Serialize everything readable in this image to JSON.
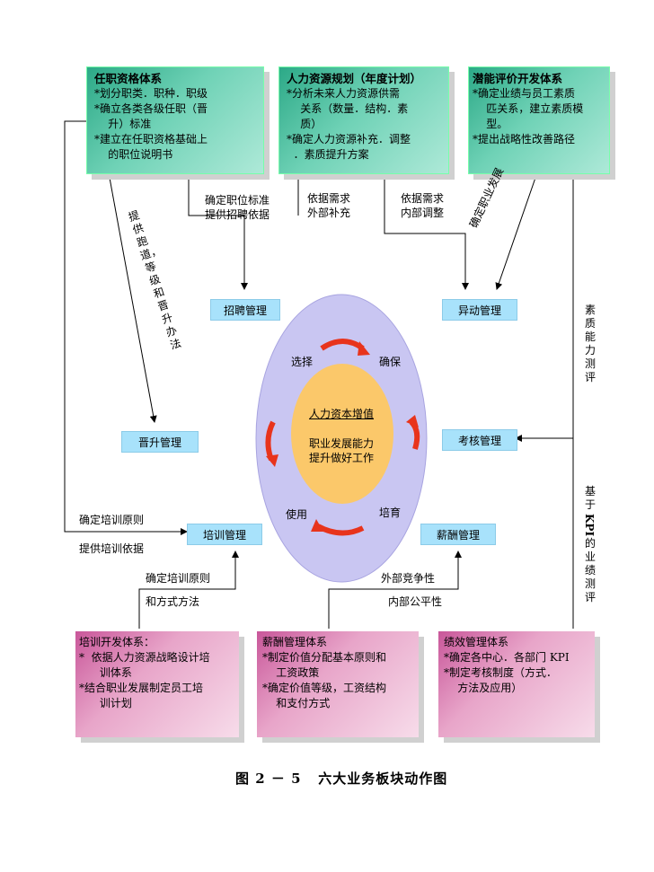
{
  "boxes": {
    "qualification": {
      "title": "任职资格体系",
      "lines": [
        "*划分职类．职种．职级",
        "*确立各类各级任职（晋",
        "    升）标准",
        "*建立在任职资格基础上",
        "    的职位说明书"
      ]
    },
    "planning": {
      "title": "人力资源规划（年度计划）",
      "lines": [
        "*分析未来人力资源供需",
        "    关系（数量．结构．素",
        "    质）",
        "*确定人力资源补充．调整",
        "  ．素质提升方案"
      ]
    },
    "potential": {
      "title": "潜能评价开发体系",
      "lines": [
        "*确定业绩与员工素质",
        "    匹关系，建立素质模",
        "    型。",
        "*提出战略性改善路径"
      ]
    },
    "training_system": {
      "title": "培训开发体系：",
      "lines": [
        "*  依据人力资源战略设计培",
        "      训体系",
        "*结合职业发展制定员工培",
        "      训计划"
      ]
    },
    "salary_system": {
      "title": "薪酬管理体系",
      "lines": [
        "*制定价值分配基本原则和",
        "    工资政策",
        "*确定价值等级，工资结构",
        "    和支付方式"
      ]
    },
    "performance_system": {
      "title": "绩效管理体系",
      "lines": [
        "*确定各中心．各部门 KPI",
        "*制定考核制度（方式．",
        "    方法及应用）"
      ]
    }
  },
  "modules": {
    "recruit": "招聘管理",
    "transfer": "异动管理",
    "promotion": "晋升管理",
    "appraisal": "考核管理",
    "training": "培训管理",
    "salary": "薪酬管理"
  },
  "center": {
    "title": "人力资本增值",
    "line1": "职业发展能力",
    "line2": "提升做好工作",
    "select": "选择",
    "ensure": "确保",
    "use": "使用",
    "cultivate": "培育"
  },
  "labels": {
    "recruit_basis_1": "确定职位标准",
    "recruit_basis_2": "提供招聘依据",
    "supply_1": "依据需求",
    "supply_2": "外部补充",
    "adjust_1": "依据需求",
    "adjust_2": "内部调整",
    "career": "确定职业发展",
    "promotion_path": "提供跑道，等级和晋升办法",
    "quality_test": "素质能力测评",
    "kpi_test_1": "基于",
    "kpi_test_kpi": "KPI",
    "kpi_test_2": "的业绩测评",
    "train_principle_1": "确定培训原则",
    "train_basis": "提供培训依据",
    "train_principle_2": "确定培训原则",
    "train_method": "和方式方法",
    "external_comp": "外部竞争性",
    "internal_fair": "内部公平性"
  },
  "caption": "图 2 － 5   六大业务板块动作图",
  "colors": {
    "green_box": "#5cc9a8",
    "pink_box": "#e8a5c9",
    "module_blue": "#a8e2fb",
    "ellipse": "#c9c6f2",
    "core": "#fbc86a",
    "arrow_red": "#e8341c"
  }
}
